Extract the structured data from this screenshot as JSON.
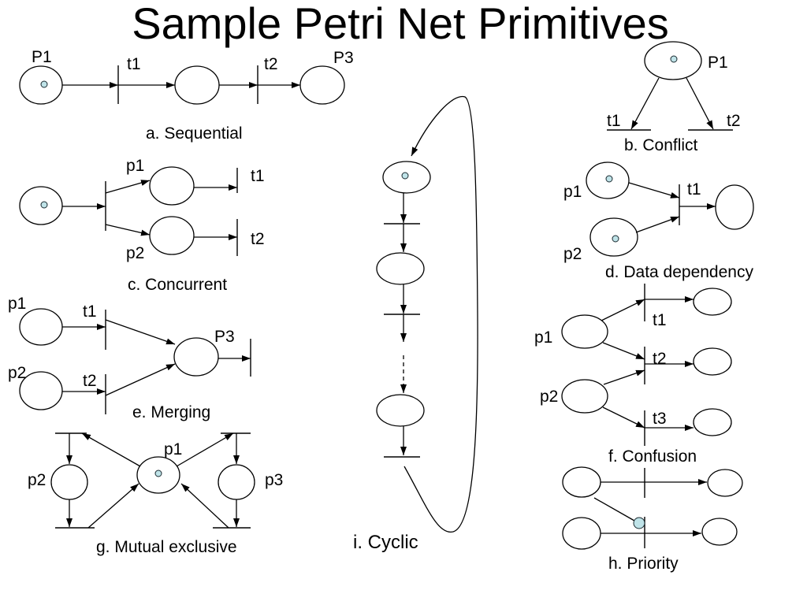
{
  "title": "Sample Petri Net Primitives",
  "colors": {
    "stroke": "#000000",
    "token_fill": "#bfe3e8",
    "background": "#ffffff"
  },
  "sequential": {
    "caption": "a. Sequential",
    "place_start": "P1",
    "place_end": "P3",
    "transition_1": "t1",
    "transition_2": "t2"
  },
  "conflict": {
    "caption": "b. Conflict",
    "place": "P1",
    "transition_1": "t1",
    "transition_2": "t2"
  },
  "concurrent": {
    "caption": "c. Concurrent",
    "place_1": "p1",
    "place_2": "p2",
    "transition_1": "t1",
    "transition_2": "t2"
  },
  "data_dependency": {
    "caption": "d. Data dependency",
    "place_1": "p1",
    "place_2": "p2",
    "transition": "t1"
  },
  "merging": {
    "caption": "e. Merging",
    "place_1": "p1",
    "place_2": "p2",
    "place_3": "P3",
    "transition_1": "t1",
    "transition_2": "t2"
  },
  "confusion": {
    "caption": "f. Confusion",
    "place_1": "p1",
    "place_2": "p2",
    "transition_1": "t1",
    "transition_2": "t2",
    "transition_3": "t3"
  },
  "mutual_exclusive": {
    "caption": "g. Mutual exclusive",
    "place_1": "p1",
    "place_2": "p2",
    "place_3": "p3"
  },
  "priority": {
    "caption": "h. Priority"
  },
  "cyclic": {
    "caption": "i. Cyclic"
  }
}
